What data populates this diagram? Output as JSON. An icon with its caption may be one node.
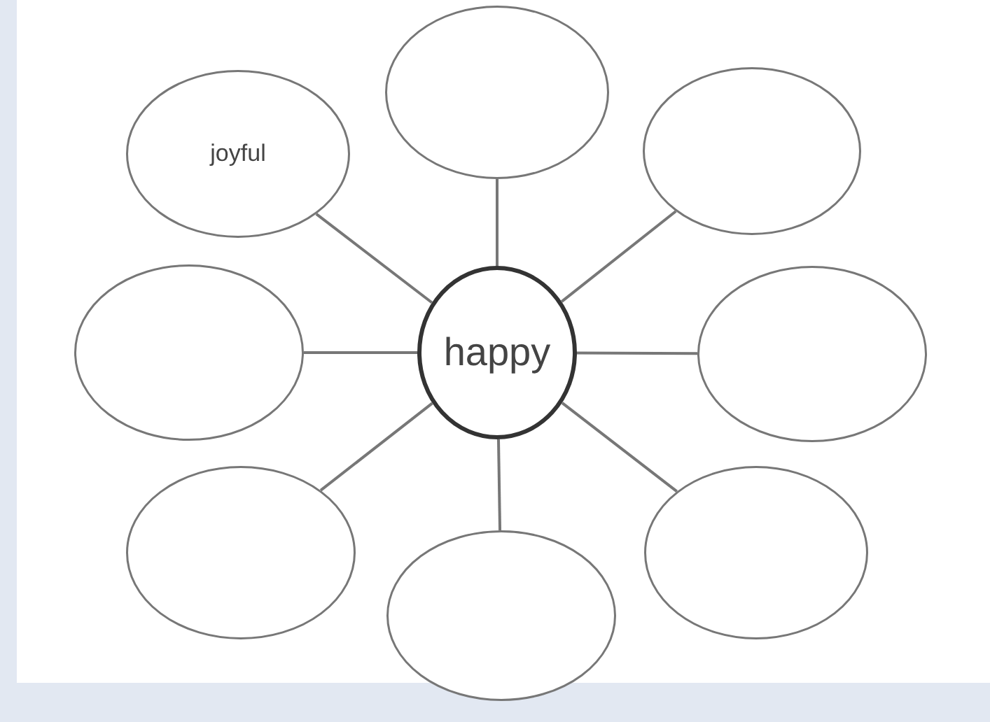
{
  "diagram": {
    "nodes": [
      {
        "text": [],
        "shape": "circle"
      },
      {
        "text": [
          "joyful"
        ]
      },
      {
        "text": [],
        "shape": "circle"
      },
      {
        "text": [],
        "shape": "circle"
      },
      {
        "text": [
          "happy"
        ]
      },
      {
        "text": [],
        "shape": "circle"
      },
      {
        "text": [],
        "shape": "circle"
      },
      {
        "text": [],
        "shape": "circle"
      },
      {
        "text": [],
        "shape": "circle"
      }
    ],
    "edges": [
      {
        "from": 4,
        "to": 0,
        "arrow": "none"
      },
      {
        "from": 4,
        "to": 1,
        "arrow": "none"
      },
      {
        "from": 4,
        "to": 2,
        "arrow": "none"
      },
      {
        "from": 4,
        "to": 3,
        "arrow": "none"
      },
      {
        "from": 4,
        "to": 5,
        "arrow": "none"
      },
      {
        "from": 4,
        "to": 6,
        "arrow": "none"
      },
      {
        "from": 4,
        "to": 7,
        "arrow": "none"
      },
      {
        "from": 4,
        "to": 8,
        "arrow": "none"
      }
    ]
  }
}
